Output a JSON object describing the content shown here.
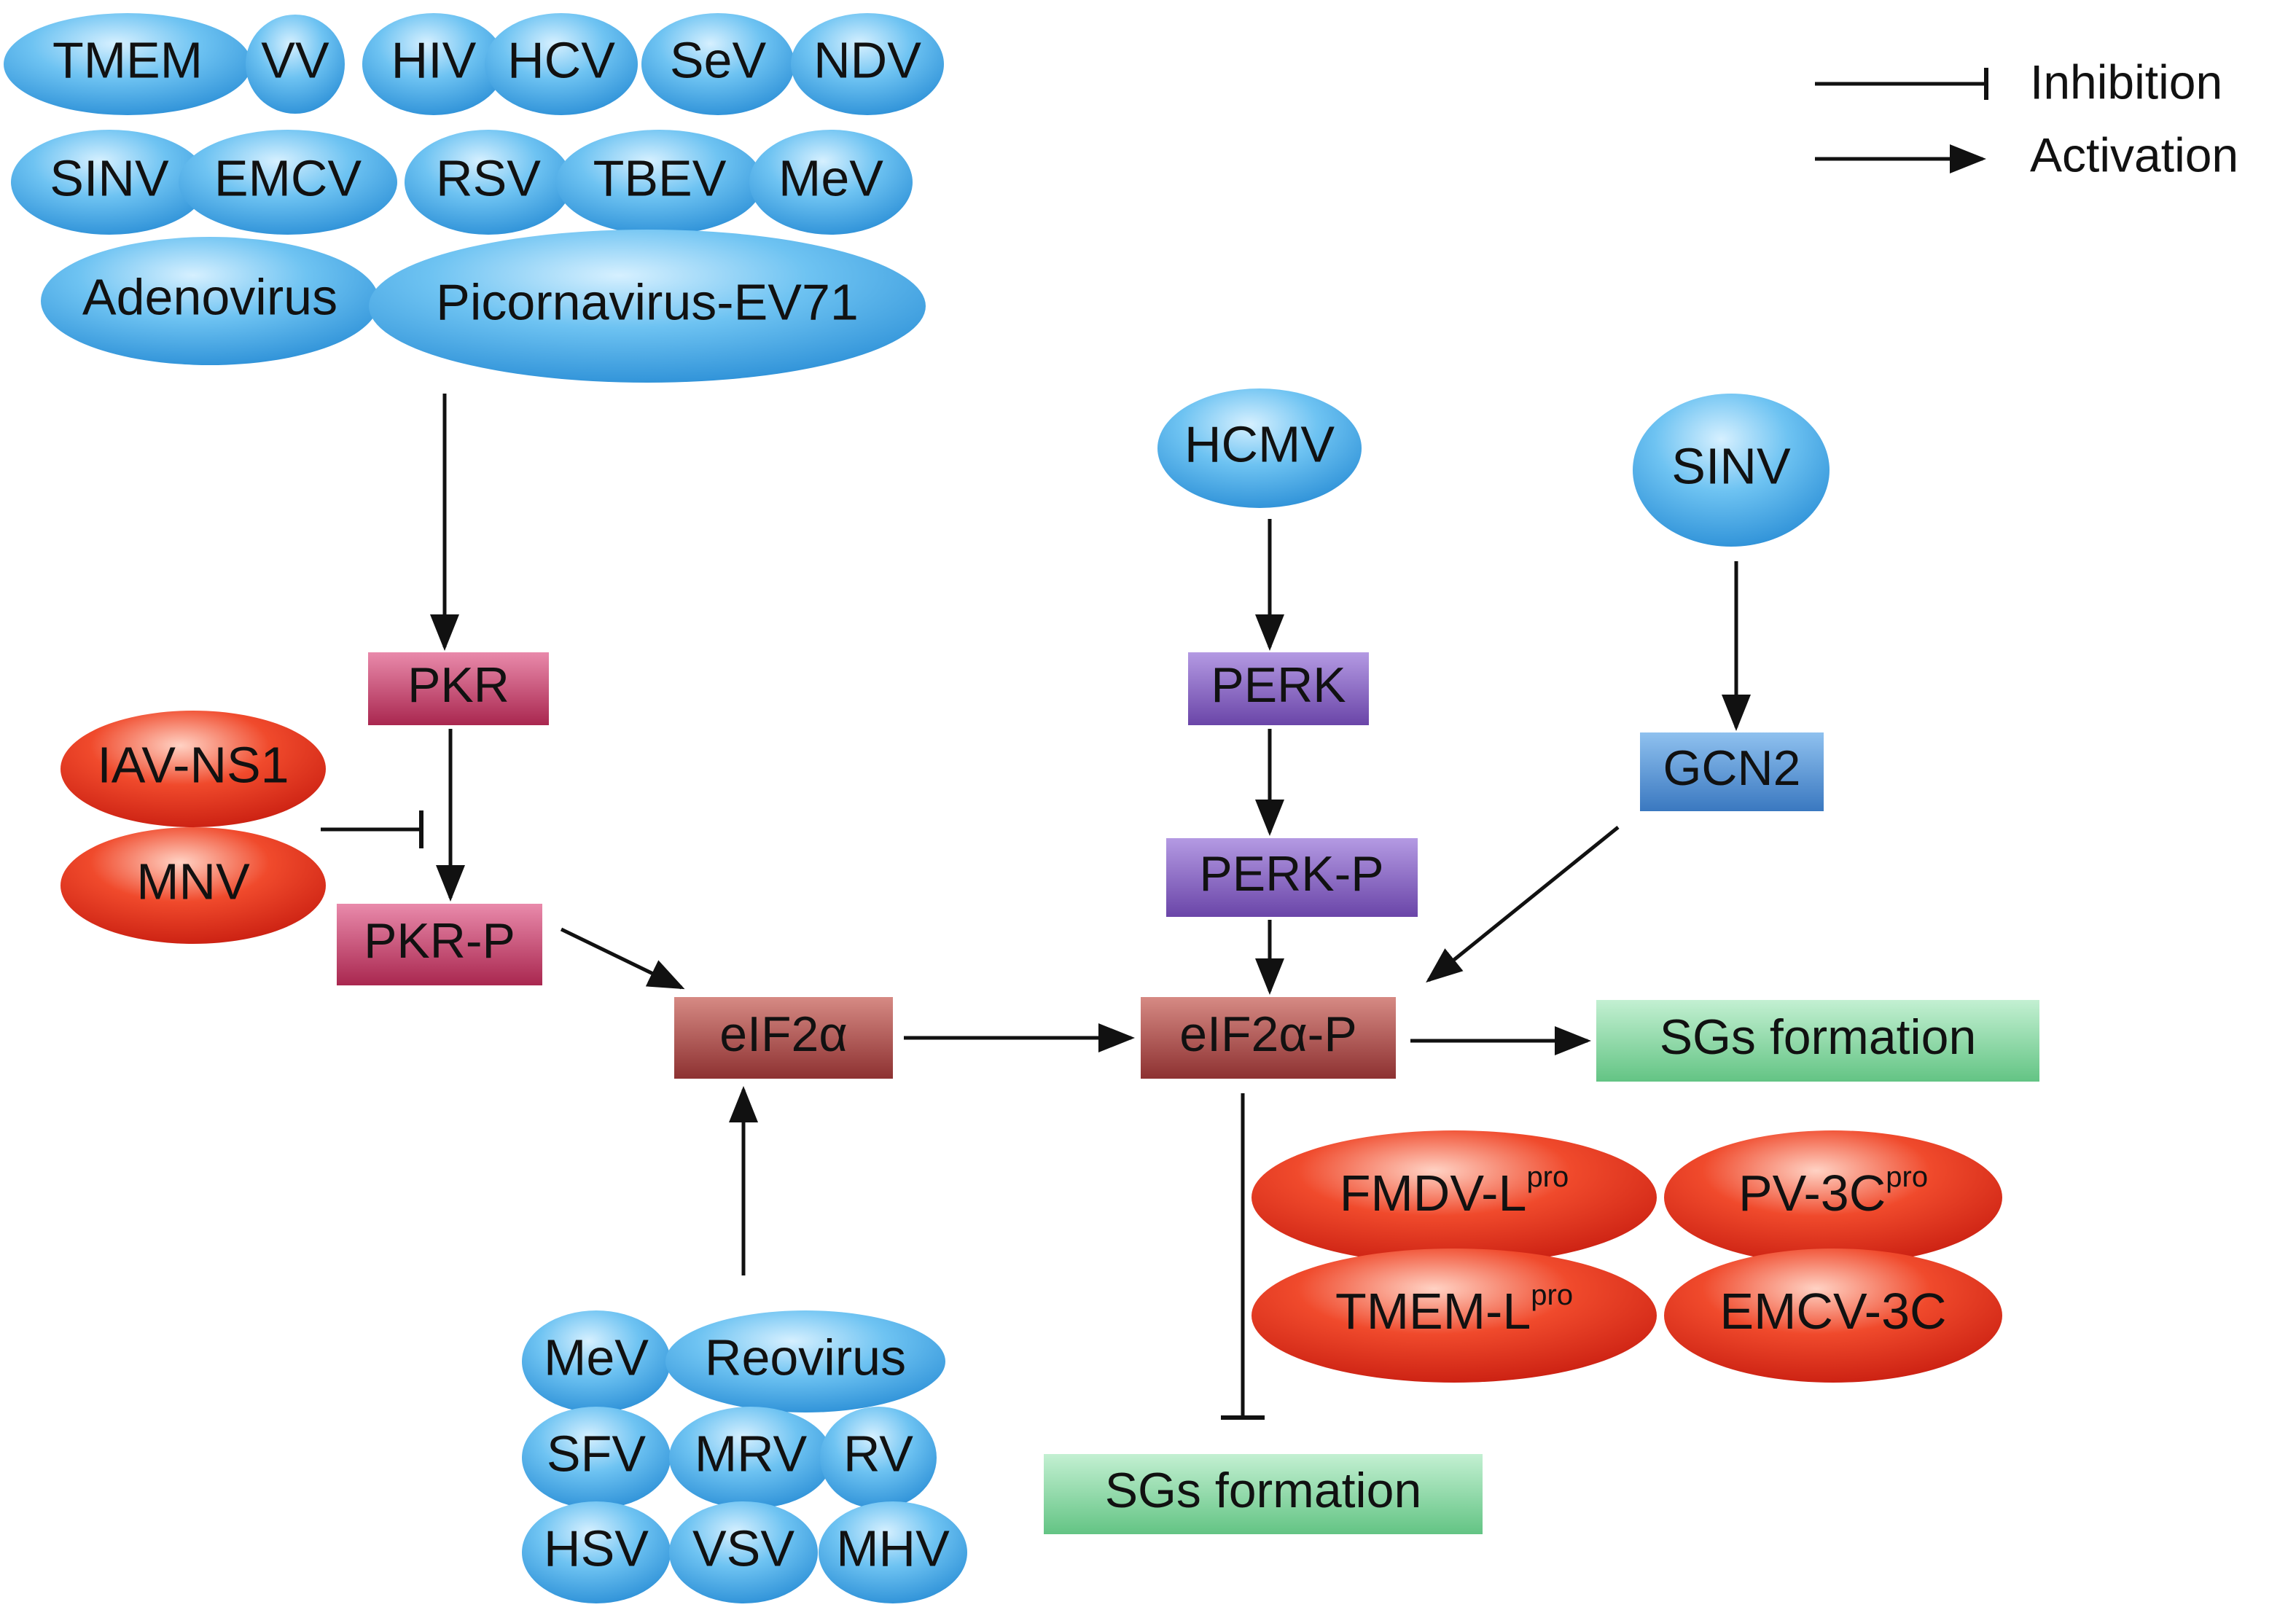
{
  "legend": [
    {
      "id": "inhibition",
      "label": "Inhibition"
    },
    {
      "id": "activation",
      "label": "Activation"
    }
  ],
  "pkr_activators": [
    "TMEM",
    "VV",
    "HIV",
    "HCV",
    "SeV",
    "NDV",
    "SINV",
    "EMCV",
    "RSV",
    "TBEV",
    "MeV",
    "Adenovirus",
    "Picornavirus-EV71"
  ],
  "perk_activator": "HCMV",
  "gcn2_activator": "SINV",
  "pkr_inhibitors": [
    "IAV-NS1",
    "MNV"
  ],
  "eif2a_activators": [
    "MeV",
    "Reovirus",
    "SFV",
    "MRV",
    "RV",
    "HSV",
    "VSV",
    "MHV"
  ],
  "sg_inhibitors": [
    {
      "base": "FMDV-L",
      "sup": "pro"
    },
    {
      "base": "PV-3C",
      "sup": "pro"
    },
    {
      "base": "TMEM-L",
      "sup": "pro"
    },
    {
      "base": "EMCV-3C",
      "sup": ""
    }
  ],
  "nodes": {
    "pkr": "PKR",
    "pkr_p": "PKR-P",
    "perk": "PERK",
    "perk_p": "PERK-P",
    "gcn2": "GCN2",
    "eif2a": "eIF2α",
    "eif2a_p": "eIF2α-P",
    "sg_formation_right": "SGs formation",
    "sg_formation_bottom": "SGs formation"
  },
  "colors": {
    "virus_oval": "#3aa0df",
    "inhibitor_oval": "#e8321f",
    "pkr": "#b22e5d",
    "perk": "#7a55b5",
    "gcn2": "#3f82c9",
    "eif2a": "#9a3a3a",
    "sg_box": "#62c882",
    "line": "#111111"
  }
}
